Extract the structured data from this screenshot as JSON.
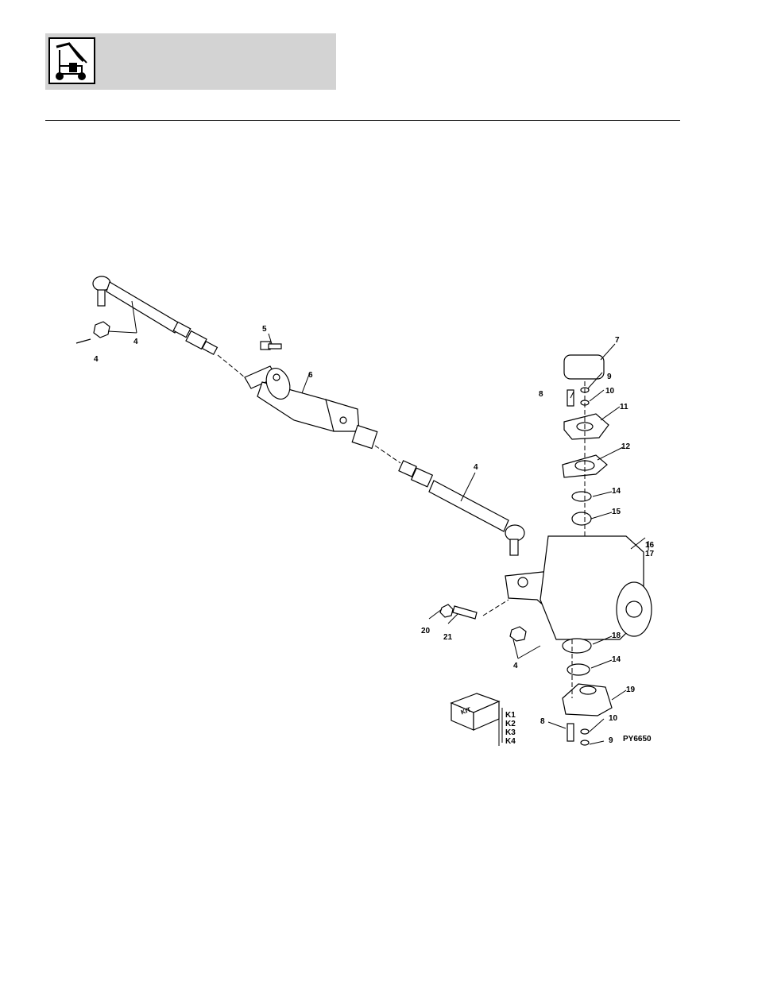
{
  "header": {
    "icon": "forklift-boom-icon"
  },
  "figure": {
    "figure_id": "PY6650",
    "kit_label": "KIT",
    "callouts": {
      "c4a": "4",
      "c4b": "4",
      "c5": "5",
      "c6": "6",
      "c4c": "4",
      "c4d": "4",
      "c7": "7",
      "c8a": "8",
      "c9a": "9",
      "c10a": "10",
      "c11": "11",
      "c12": "12",
      "c14a": "14",
      "c15": "15",
      "c16": "16",
      "c17": "17",
      "c18": "18",
      "c14b": "14",
      "c19": "19",
      "c8b": "8",
      "c10b": "10",
      "c9b": "9",
      "c20": "20",
      "c21": "21"
    },
    "kit_items": [
      "K1",
      "K2",
      "K3",
      "K4"
    ]
  }
}
